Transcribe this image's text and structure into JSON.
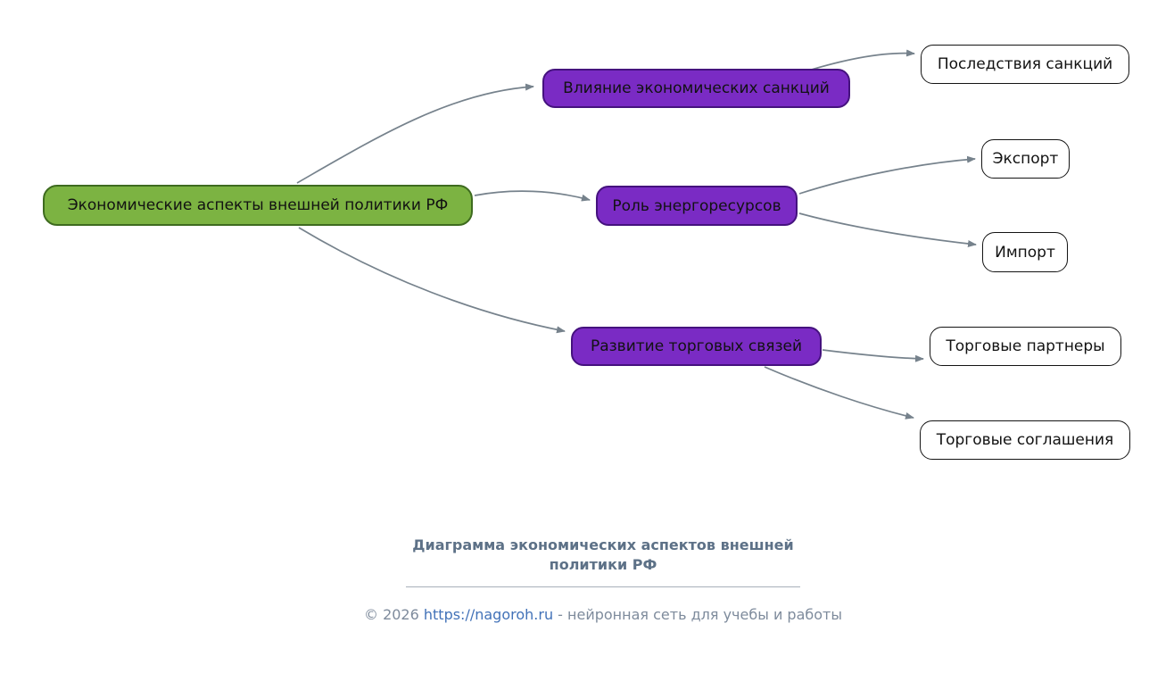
{
  "diagram": {
    "type": "mindmap",
    "root": "Экономические аспекты внешней политики РФ",
    "branches": [
      {
        "label": "Влияние экономических санкций",
        "children": [
          "Последствия санкций"
        ]
      },
      {
        "label": "Роль энергоресурсов",
        "children": [
          "Экспорт",
          "Импорт"
        ]
      },
      {
        "label": "Развитие торговых связей",
        "children": [
          "Торговые партнеры",
          "Торговые соглашения"
        ]
      }
    ]
  },
  "footer": {
    "title": "Диаграмма экономических аспектов внешней политики РФ",
    "copyright_prefix": "© 2026 ",
    "link": "https://nagoroh.ru",
    "copyright_suffix": " - нейронная сеть для учебы и работы"
  },
  "colors": {
    "root_fill": "#7cb342",
    "root_border": "#3e6b1f",
    "branch_fill": "#7a2bc4",
    "branch_border": "#45127e",
    "leaf_fill": "#ffffff",
    "leaf_border": "#141414",
    "edge_color": "#76828c",
    "link_color": "#4272b8"
  }
}
